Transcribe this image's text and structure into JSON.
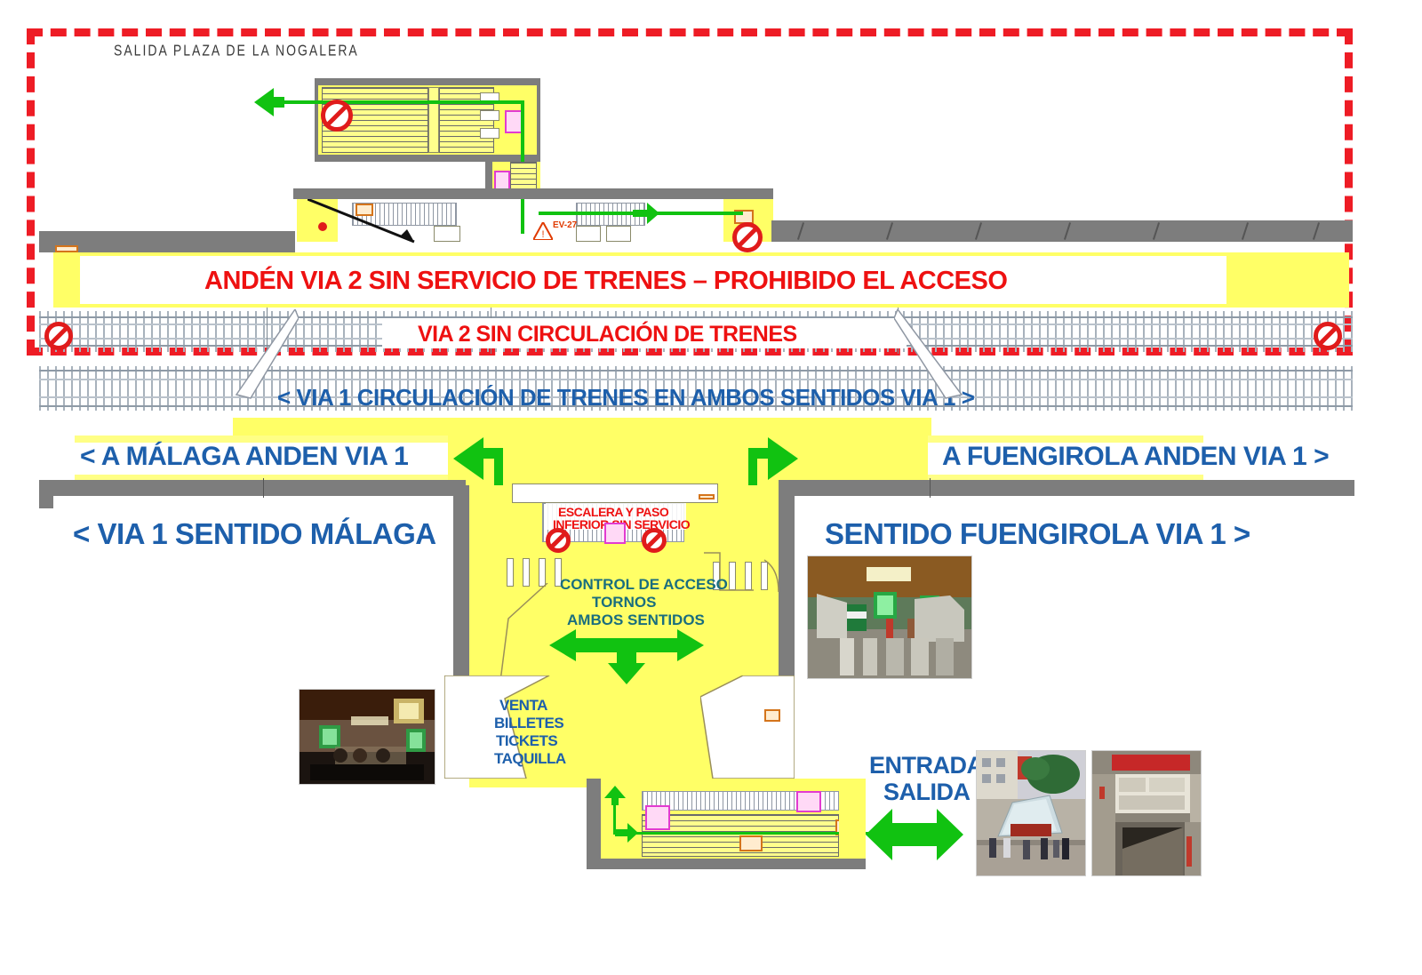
{
  "diagram": {
    "title": "SALIDA PLAZA DE LA NOGALERA",
    "colors": {
      "restricted_border": "#ee1c25",
      "warning_text": "#ee1111",
      "info_text": "#1d5fab",
      "flow_arrow": "#11c211",
      "platform_fill": "#ffff66",
      "wall": "#7d7d7d"
    }
  },
  "labels": {
    "exit_plaza": "SALIDA PLAZA DE LA NOGALERA",
    "platform_via2": "ANDÉN VIA 2   SIN SERVICIO DE TRENES – PROHIBIDO EL ACCESO",
    "track_via2": "VIA 2   SIN CIRCULACIÓN DE TRENES",
    "track_via1": "< VIA 1    CIRCULACIÓN DE TRENES EN AMBOS SENTIDOS VIA 1 >",
    "to_malaga_platform": "< A MÁLAGA ANDEN VIA 1",
    "to_fuengirola_platform": "A FUENGIROLA ANDEN VIA 1 >",
    "via1_direction_malaga": "< VIA 1 SENTIDO MÁLAGA",
    "via1_direction_fuengirola": "SENTIDO FUENGIROLA VIA 1 >",
    "stairs_out_of_service_l1": "ESCALERA Y PASO",
    "stairs_out_of_service_l2": "INFERIOR SIN SERVICIO",
    "access_control_l1": "CONTROL DE ACCESO",
    "access_control_l2": "TORNOS",
    "access_control_l3": "AMBOS SENTIDOS",
    "ticket_office_l1": "VENTA",
    "ticket_office_l2": "BILLETES",
    "ticket_office_l3": "TICKETS",
    "ticket_office_l4": "TAQUILLA",
    "entrance_l1": "ENTRADA",
    "entrance_l2": "SALIDA"
  },
  "icons": {
    "no_entry": "no-entry-icon",
    "arrow_left": "arrow-left-icon",
    "arrow_right": "arrow-right-icon",
    "arrow_down": "arrow-down-icon",
    "arrow_up": "arrow-up-icon",
    "arrow_bidirectional": "arrow-bidirectional-icon",
    "arrow_tri": "arrow-tri-directional-icon"
  },
  "photos": [
    {
      "name": "ticket-hall-photo"
    },
    {
      "name": "turnstiles-photo"
    },
    {
      "name": "street-entrance-photo"
    },
    {
      "name": "underpass-entrance-photo"
    }
  ]
}
